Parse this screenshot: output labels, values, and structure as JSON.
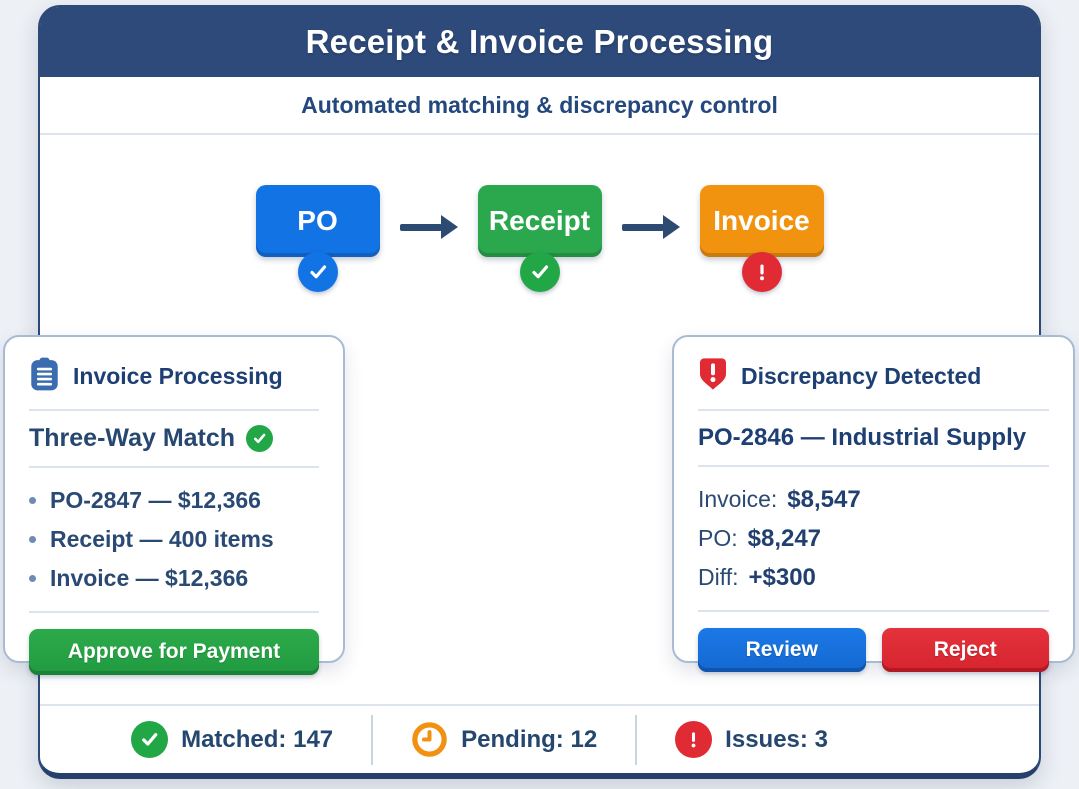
{
  "header": {
    "title": "Receipt & Invoice Processing",
    "subtitle": "Automated matching & discrepancy control"
  },
  "flow": {
    "steps": [
      {
        "label": "PO",
        "status": "matched",
        "status_icon": "check-circle-icon",
        "box_color": "#1273e4",
        "badge_color": "#1273e4"
      },
      {
        "label": "Receipt",
        "status": "matched",
        "status_icon": "check-circle-icon",
        "box_color": "#2ba84e",
        "badge_color": "#22a747"
      },
      {
        "label": "Invoice",
        "status": "discrepancy",
        "status_icon": "alert-circle-icon",
        "box_color": "#f2930f",
        "badge_color": "#e02b35"
      }
    ]
  },
  "invoice_card": {
    "icon": "document-icon",
    "title": "Invoice Processing",
    "match_label": "Three-Way Match",
    "match_status_icon": "check-circle-icon",
    "items": [
      "PO-2847 — $12,366",
      "Receipt — 400 items",
      "Invoice — $12,366"
    ],
    "approve_label": "Approve for Payment"
  },
  "discrepancy_card": {
    "icon": "shield-alert-icon",
    "title": "Discrepancy Detected",
    "subject": "PO-2846 — Industrial Supply",
    "rows": [
      {
        "label": "Invoice:",
        "value": "$8,547"
      },
      {
        "label": "PO:",
        "value": "$8,247"
      },
      {
        "label": "Diff:",
        "value": "+$300"
      }
    ],
    "review_label": "Review",
    "reject_label": "Reject"
  },
  "footer": {
    "stats": [
      {
        "label": "Matched:",
        "value": "147",
        "icon": "check-circle-icon",
        "color": "#22a747"
      },
      {
        "label": "Pending:",
        "value": "12",
        "icon": "clock-icon",
        "color": "#f29111"
      },
      {
        "label": "Issues:",
        "value": "3",
        "icon": "alert-circle-icon",
        "color": "#e02b35"
      }
    ]
  },
  "colors": {
    "header_bg": "#2d4a7a",
    "panel_border": "#2d4a77",
    "text_navy": "#24466f",
    "po_blue": "#1273e4",
    "receipt_green": "#2ba84e",
    "invoice_orange": "#f2930f",
    "success_green": "#22a747",
    "warning_orange": "#f29111",
    "error_red": "#e02b35",
    "approve_green": "#27a341",
    "review_blue": "#1871db",
    "reject_red": "#dd2a34"
  }
}
